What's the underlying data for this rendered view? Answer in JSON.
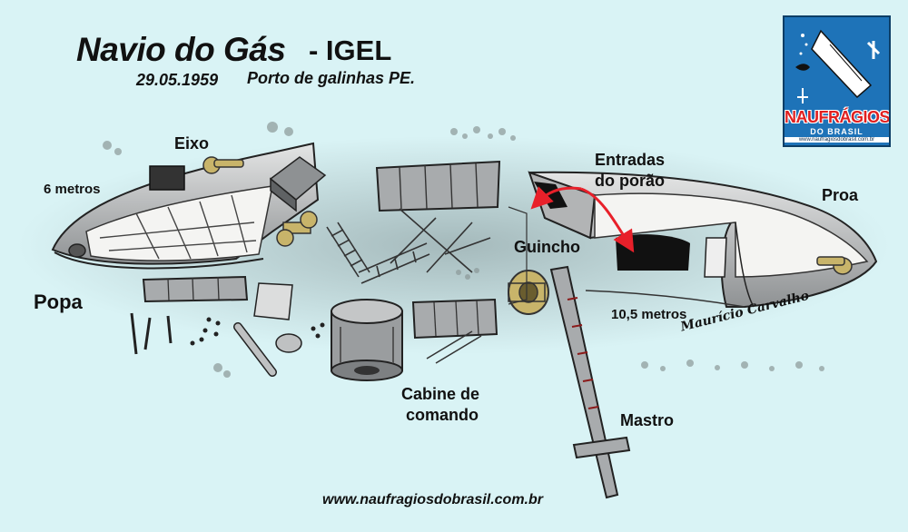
{
  "header": {
    "title": "Navio do Gás",
    "title_suffix": "- IGEL",
    "date": "29.05.1959",
    "location": "Porto de galinhas PE."
  },
  "labels": {
    "eixo": "Eixo",
    "six_meters": "6 metros",
    "popa": "Popa",
    "entradas": "Entradas",
    "do_porao": "do porão",
    "proa": "Proa",
    "guincho": "Guincho",
    "ten_meters": "10,5 metros",
    "author": "Maurício Carvalho",
    "cabine_line1": "Cabine de",
    "cabine_line2": "comando",
    "mastro": "Mastro"
  },
  "logo": {
    "name": "NAUFRÁGIOS",
    "sub": "DO BRASIL",
    "url": "www.naufragiosdobrasil.com.br"
  },
  "footer": {
    "site": "www.naufragiosdobrasil.com.br"
  },
  "colors": {
    "background": "#d9f3f5",
    "hull": "#9fa2a4",
    "hull_light": "#dcdddd",
    "deck": "#f2f2f0",
    "brass": "#c8b46a",
    "arrow": "#e8202a",
    "logo_bg": "#1e73b8",
    "logo_text": "#e02020"
  }
}
